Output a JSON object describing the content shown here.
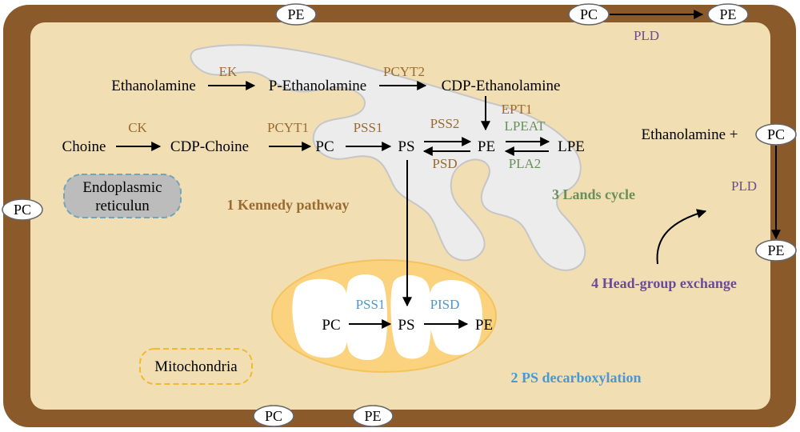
{
  "membrane_lipids": {
    "top_pe": "PE",
    "top_pc": "PC",
    "top_pe2": "PE",
    "left_pc": "PC",
    "bottom_pc": "PC",
    "bottom_pe": "PE",
    "right_pc": "PC",
    "right_pe": "PE"
  },
  "kennedy": {
    "ethanolamine": "Ethanolamine",
    "p_ethanolamine": "P-Ethanolamine",
    "cdp_ethanolamine": "CDP-Ethanolamine",
    "choine": "Choine",
    "cdp_choine": "CDP-Choine",
    "pc": "PC",
    "ps": "PS",
    "pe": "PE",
    "lpe": "LPE",
    "title": "1 Kennedy pathway"
  },
  "enzymes": {
    "ek": "EK",
    "pcyt2": "PCYT2",
    "ept1": "EPT1",
    "ck": "CK",
    "pcyt1": "PCYT1",
    "pss1": "PSS1",
    "pss2": "PSS2",
    "psd": "PSD",
    "lpeat": "LPEAT",
    "pla2": "PLA2",
    "pld_top": "PLD",
    "pld_right": "PLD",
    "mito_pss1": "PSS1",
    "pisd": "PISD"
  },
  "mito": {
    "pc": "PC",
    "ps": "PS",
    "pe": "PE",
    "title": "2 PS decarboxylation"
  },
  "lands": {
    "title": "3 Lands cycle"
  },
  "headgroup": {
    "ethanolamine_plus": "Ethanolamine +",
    "title": "4 Head-group exchange"
  },
  "legend": {
    "er_line1": "Endoplasmic",
    "er_line2": "reticulun",
    "mito": "Mitochondria"
  },
  "colors": {
    "cell_wall": "#8b5a2b",
    "cytoplasm": "#f1dfb3",
    "er": "#ececec",
    "mito": "#fbd27e",
    "kennedy": "#9a6a2f",
    "lands": "#6b8f5a",
    "mito_text": "#4a97d1",
    "headgroup": "#6b4a9a"
  }
}
